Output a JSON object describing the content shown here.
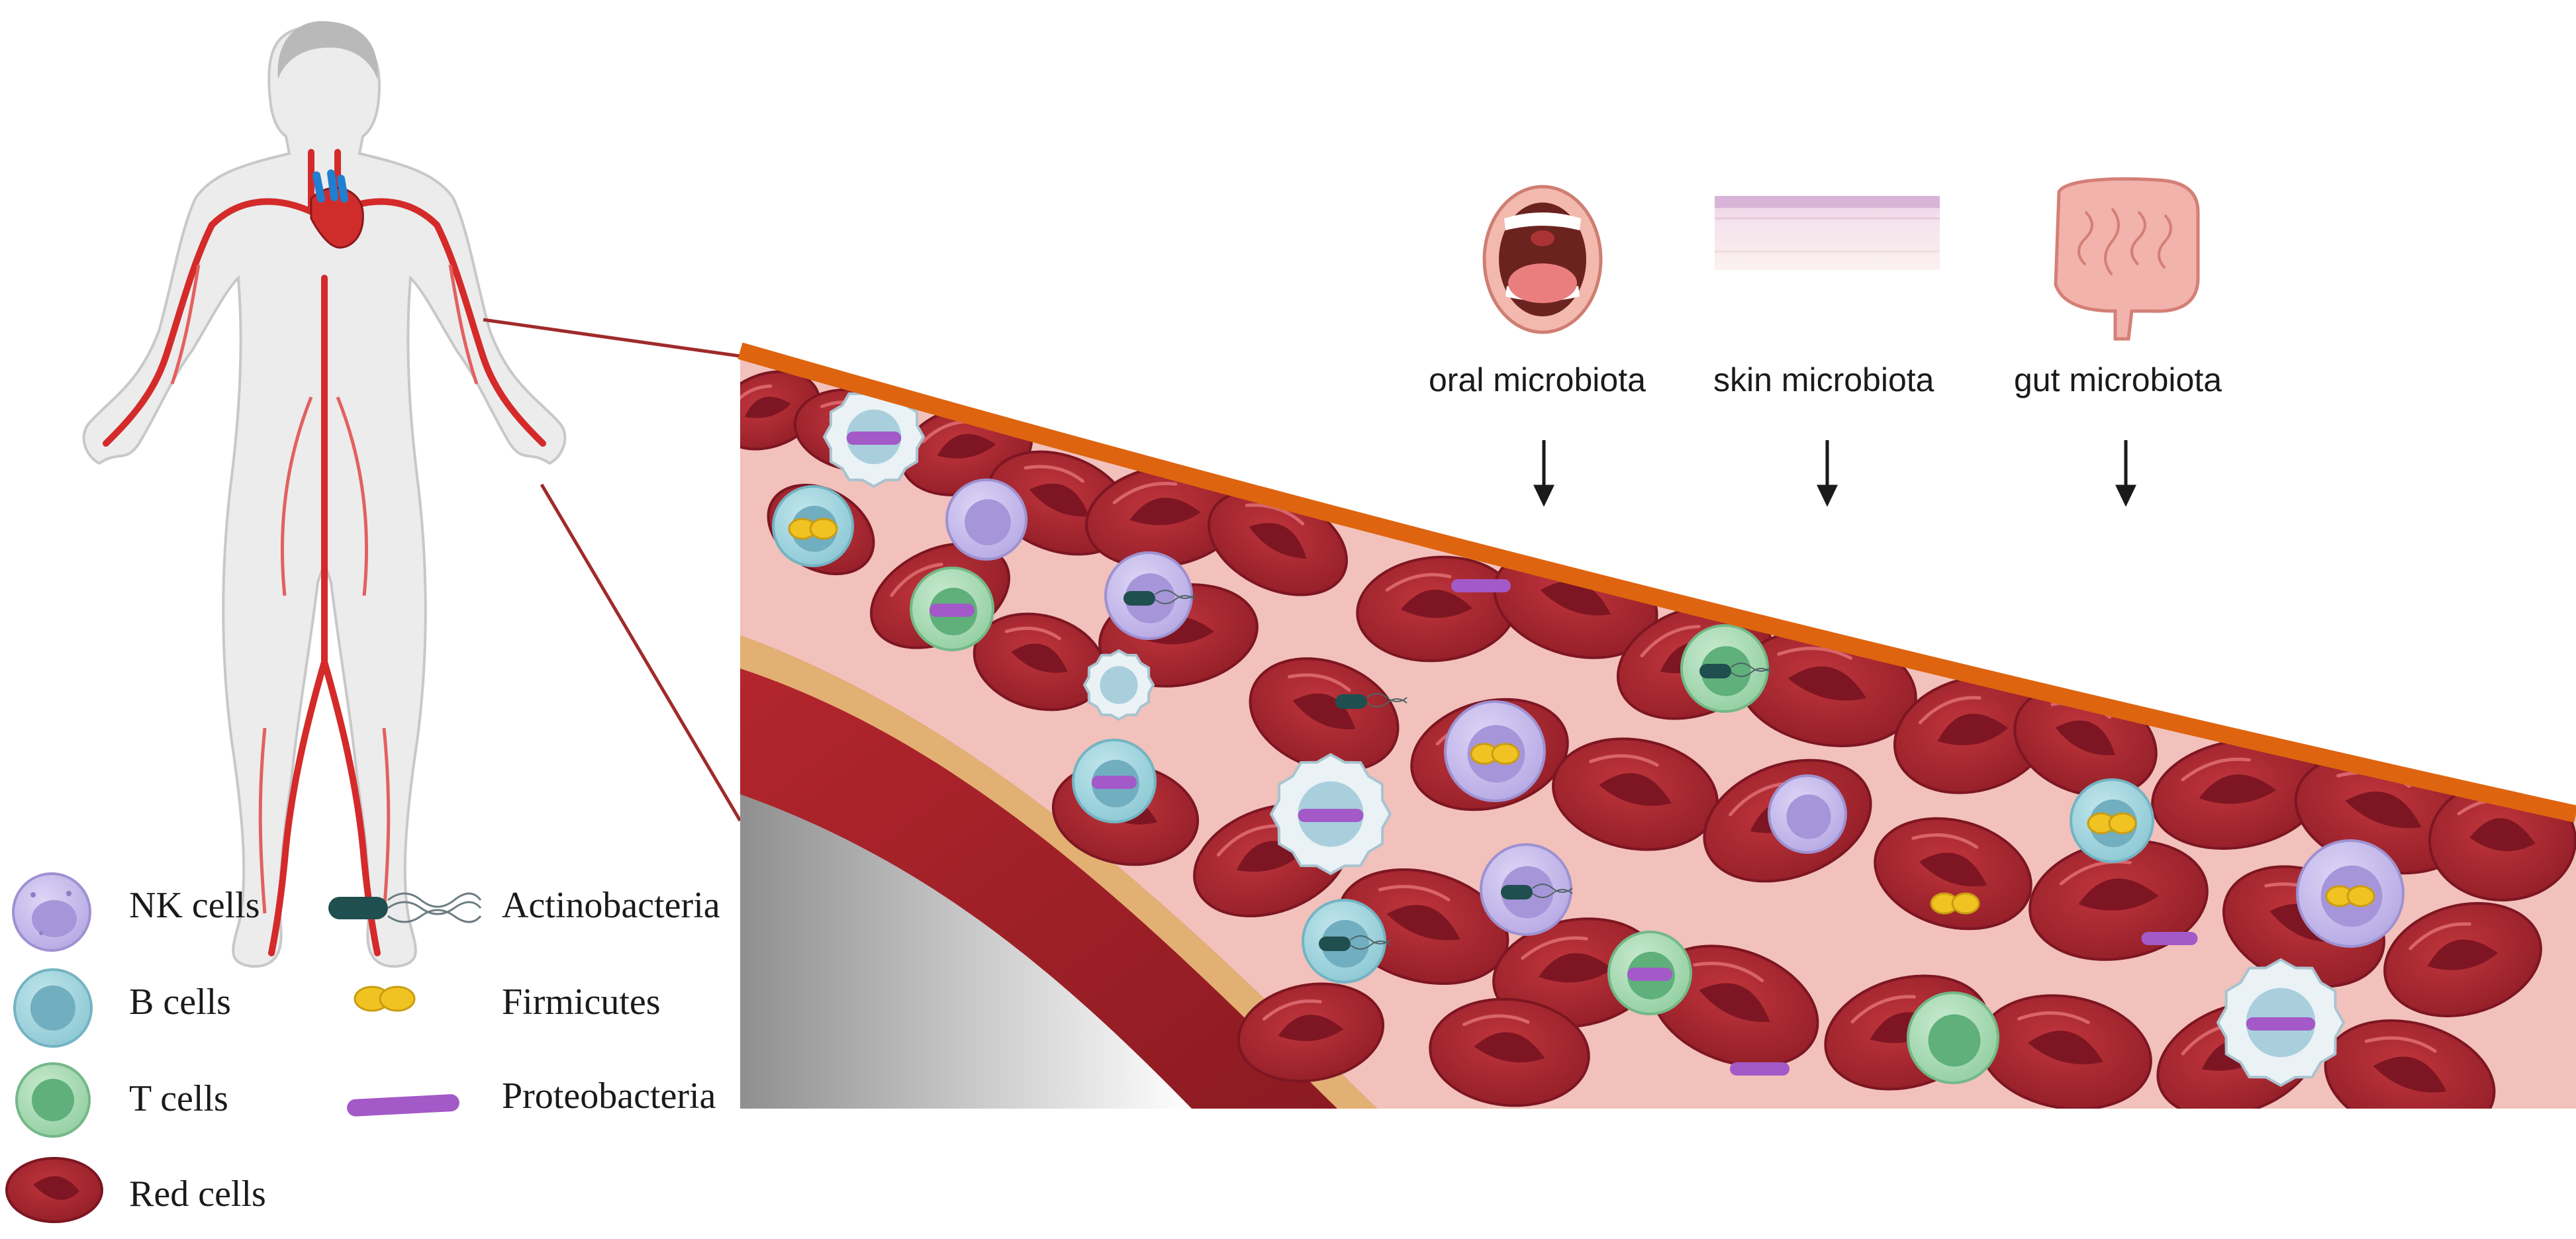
{
  "sources": [
    {
      "label": "oral microbiota",
      "icon": "mouth-icon"
    },
    {
      "label": "skin microbiota",
      "icon": "skin-layer-icon"
    },
    {
      "label": "gut microbiota",
      "icon": "intestine-icon"
    }
  ],
  "legend": {
    "cells": [
      {
        "label": "NK cells",
        "icon": "nk-cell-icon"
      },
      {
        "label": "B cells",
        "icon": "b-cell-icon"
      },
      {
        "label": "T cells",
        "icon": "t-cell-icon"
      },
      {
        "label": "Red cells",
        "icon": "red-cell-icon"
      }
    ],
    "bacteria": [
      {
        "label": "Actinobacteria",
        "icon": "actinobacteria-icon"
      },
      {
        "label": "Firmicutes",
        "icon": "firmicutes-icon"
      },
      {
        "label": "Proteobacteria",
        "icon": "proteobacteria-icon"
      }
    ]
  },
  "colors": {
    "vessel_wall": "#e06a10",
    "plasma": "#f3c2bd",
    "red_cell": "#a3262f",
    "red_cell_dark": "#7d1622",
    "nk_cell": "#c3b9ea",
    "b_cell": "#9fd3dd",
    "t_cell": "#a9dab4",
    "firmicutes": "#f0c323",
    "proteobacteria": "#a359c7",
    "actinobacteria": "#1f4f4f",
    "artery": "#d42a2a"
  }
}
